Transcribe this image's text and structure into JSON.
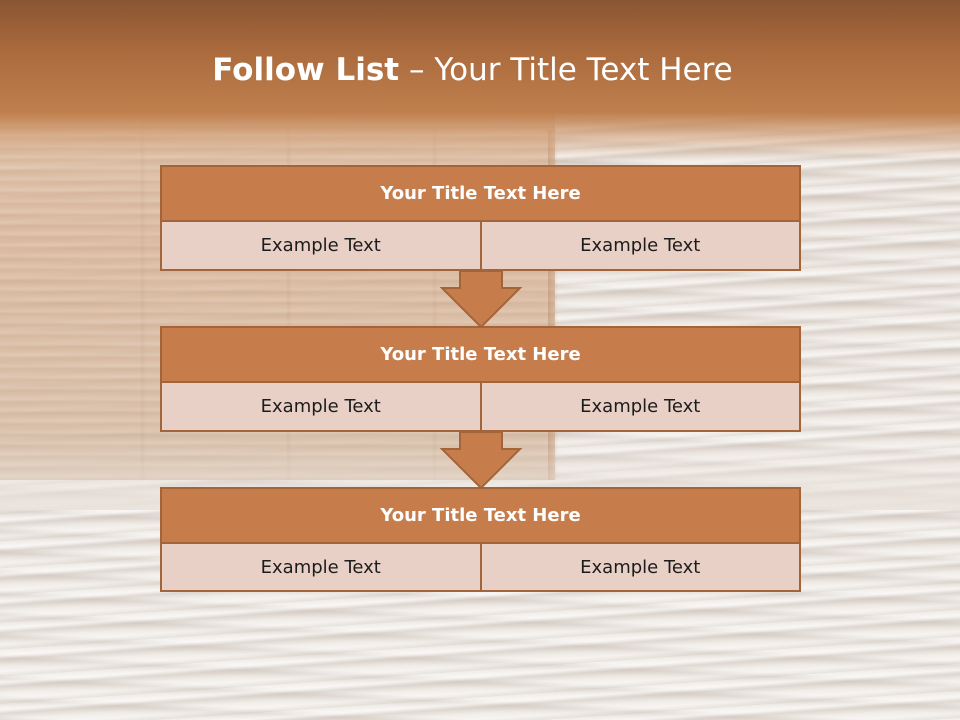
{
  "slide": {
    "title_bold": "Follow List",
    "title_rest": " – Your Title Text Here"
  },
  "steps": [
    {
      "title": "Your Title Text Here",
      "left": "Example Text",
      "right": "Example Text"
    },
    {
      "title": "Your Title Text Here",
      "left": "Example Text",
      "right": "Example Text"
    },
    {
      "title": "Your Title Text Here",
      "left": "Example Text",
      "right": "Example Text"
    }
  ],
  "colors": {
    "title_band": "#b5713f",
    "box_title_fill": "#c67d4b",
    "box_border": "#a4643a",
    "cell_fill": "#e8d0c6",
    "arrow_fill": "#c67d4b"
  },
  "icons": [
    "down-arrow-icon"
  ]
}
